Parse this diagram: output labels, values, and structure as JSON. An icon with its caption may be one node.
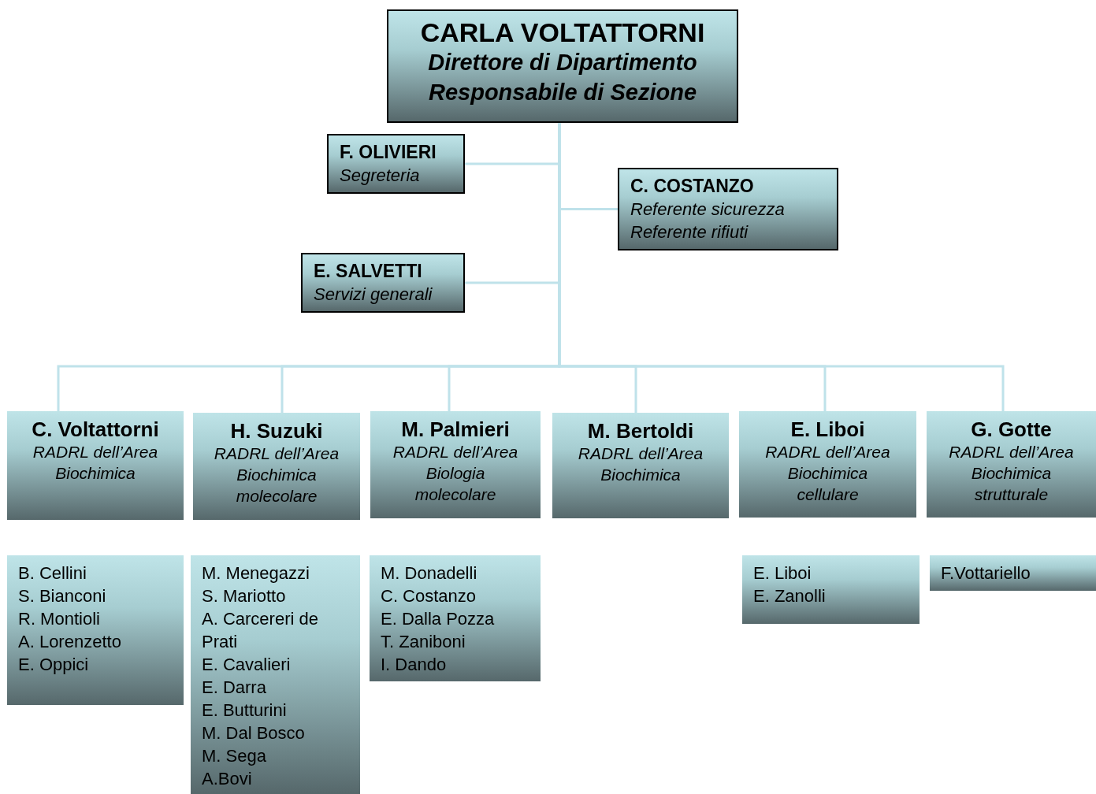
{
  "diagram": {
    "nodes": [
      {
        "text": [
          "CARLA VOLTATTORNI",
          "Direttore di Dipartimento",
          "Responsabile di Sezione"
        ]
      },
      {
        "text": [
          "F. OLIVIERI",
          "Segreteria"
        ]
      },
      {
        "text": [
          "C. COSTANZO",
          "Referente sicurezza",
          "Referente rifiuti"
        ]
      },
      {
        "text": [
          "E. SALVETTI",
          "Servizi generali"
        ]
      },
      {
        "text": [
          "C. Voltattorni",
          "RADRL dell’Area Biochimica"
        ]
      },
      {
        "text": [
          "H. Suzuki",
          "RADRL dell’Area Biochimica molecolare"
        ]
      },
      {
        "text": [
          "M. Palmieri",
          "RADRL dell’Area Biologia molecolare"
        ]
      },
      {
        "text": [
          "M. Bertoldi",
          "RADRL dell’Area Biochimica"
        ]
      },
      {
        "text": [
          "E. Liboi",
          "RADRL dell’Area Biochimica cellulare"
        ]
      },
      {
        "text": [
          "G. Gotte",
          "RADRL dell’Area Biochimica strutturale"
        ]
      },
      {
        "text": [
          "B. Cellini",
          "S. Bianconi",
          "R. Montioli",
          "A. Lorenzetto",
          "E. Oppici"
        ]
      },
      {
        "text": [
          "M. Menegazzi",
          "S. Mariotto",
          "A. Carcereri de Prati",
          "E. Cavalieri",
          "E. Darra",
          "E. Butturini",
          "M. Dal Bosco",
          "M. Sega",
          "A.Bovi"
        ]
      },
      {
        "text": [
          "M. Donadelli",
          "C. Costanzo",
          "E. Dalla Pozza",
          "T. Zaniboni",
          "I. Dando"
        ]
      },
      {
        "text": [
          "E. Liboi",
          "E. Zanolli"
        ]
      },
      {
        "text": [
          "F.Vottariello"
        ]
      }
    ],
    "edges": [
      {
        "from": 0,
        "to": 1,
        "arrow": "none"
      },
      {
        "from": 0,
        "to": 2,
        "arrow": "none"
      },
      {
        "from": 0,
        "to": 3,
        "arrow": "none"
      },
      {
        "from": 0,
        "to": 4,
        "arrow": "none"
      },
      {
        "from": 0,
        "to": 5,
        "arrow": "none"
      },
      {
        "from": 0,
        "to": 6,
        "arrow": "none"
      },
      {
        "from": 0,
        "to": 7,
        "arrow": "none"
      },
      {
        "from": 0,
        "to": 8,
        "arrow": "none"
      },
      {
        "from": 0,
        "to": 9,
        "arrow": "none"
      }
    ]
  }
}
